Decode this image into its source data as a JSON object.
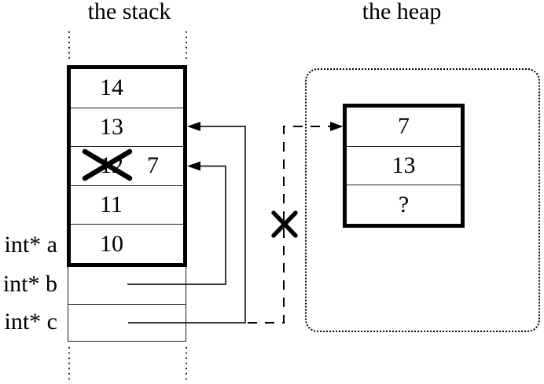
{
  "colors": {
    "ink": "#000000",
    "paper": "#ffffff"
  },
  "stack": {
    "title": "the stack",
    "frame_cells": [
      {
        "value": "14"
      },
      {
        "value": "13"
      },
      {
        "value": "7",
        "crossed_out": "12"
      },
      {
        "value": "11"
      },
      {
        "value": "10"
      }
    ],
    "pointer_labels": [
      "int* a",
      "int* b",
      "int* c"
    ]
  },
  "heap": {
    "title": "the heap",
    "cells": [
      {
        "value": "7"
      },
      {
        "value": "13"
      },
      {
        "value": "?"
      }
    ]
  }
}
